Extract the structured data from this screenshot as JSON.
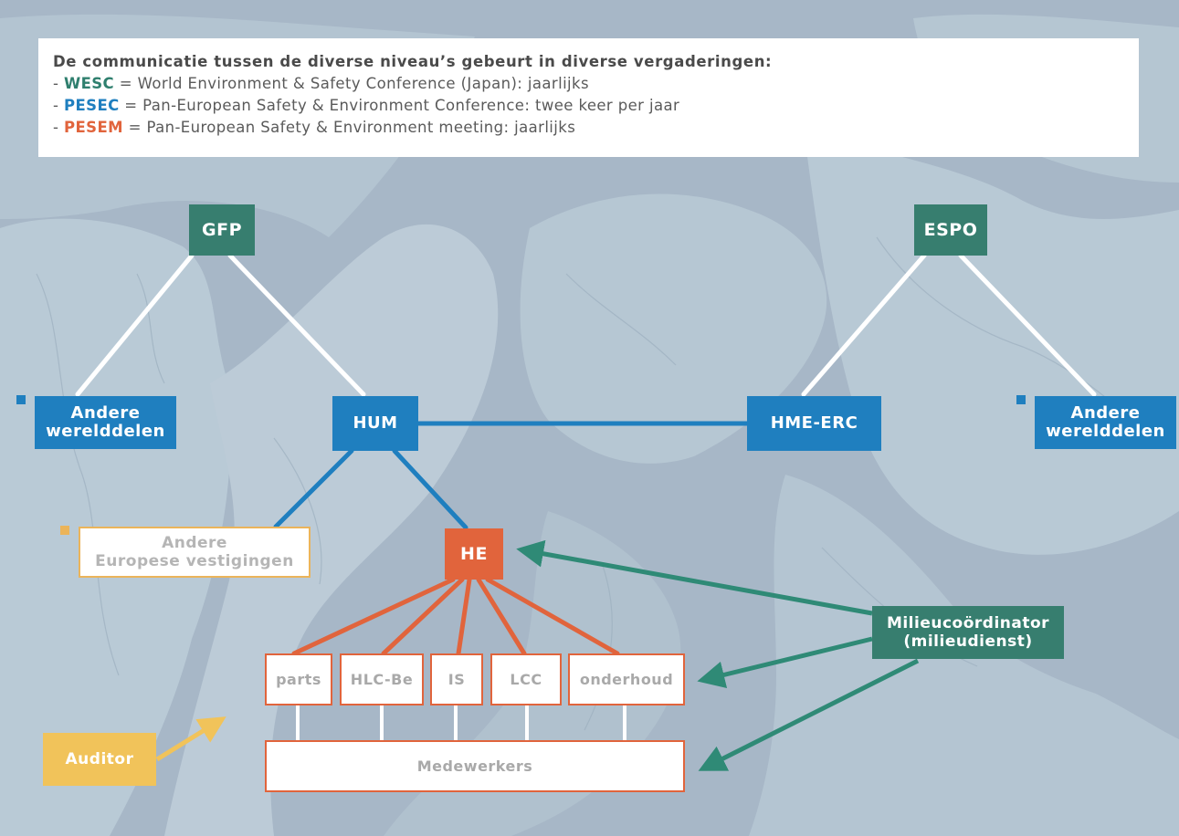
{
  "legend": {
    "heading": "De communicatie tussen de diverse niveau’s gebeurt in diverse vergaderingen:",
    "items": [
      {
        "prefix": "- ",
        "abbr": "WESC",
        "text": " = World Environment & Safety Conference (Japan): jaarlijks",
        "color": "#2f7f6e"
      },
      {
        "prefix": "- ",
        "abbr": "PESEC",
        "text": " = Pan-European Safety & Environment Conference: twee keer per jaar",
        "color": "#1f7fbf"
      },
      {
        "prefix": "- ",
        "abbr": "PESEM",
        "text": " = Pan-European Safety & Environment meeting: jaarlijks",
        "color": "#e1643c"
      }
    ]
  },
  "nodes": {
    "gfp": "GFP",
    "espo": "ESPO",
    "andere_left": [
      "Andere",
      "werelddelen"
    ],
    "hum": "HUM",
    "hme_erc": "HME-ERC",
    "andere_right": [
      "Andere",
      "werelddelen"
    ],
    "andere_europese": [
      "Andere",
      "Europese vestigingen"
    ],
    "he": "HE",
    "milieu": [
      "Milieucoördinator",
      "(milieudienst)"
    ],
    "departments": [
      "parts",
      "HLC-Be",
      "IS",
      "LCC",
      "onderhoud"
    ],
    "medewerkers": "Medewerkers",
    "auditor": "Auditor"
  },
  "colors": {
    "wesc_green": "#377e6f",
    "pesec_blue": "#1f7fbf",
    "pesem_orange": "#e1643c",
    "auditor_yellow": "#f1c35a",
    "connector_white": "#ffffff"
  }
}
